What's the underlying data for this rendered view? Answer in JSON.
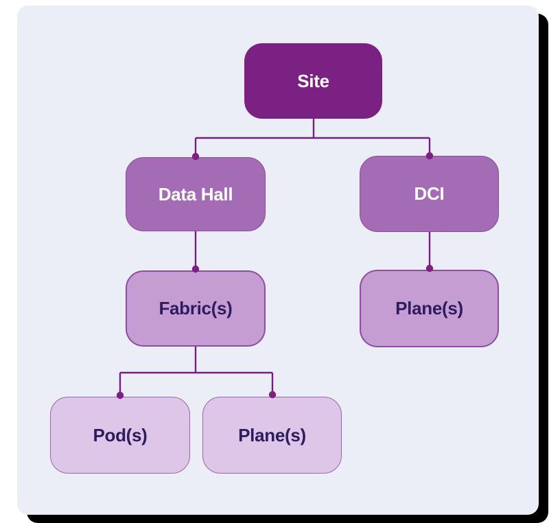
{
  "colors": {
    "page_bg": "#ffffff",
    "panel_bg": "#ebedf7",
    "shadow": "#000000",
    "l1_fill": "#7a2183",
    "l1_text": "#ffffff",
    "l2_fill": "#a46cb4",
    "l2_border": "#8a4a9d",
    "l2_text": "#ffffff",
    "l3_fill": "#c69dd2",
    "l3_border": "#8d4c9f",
    "l3_text": "#2d1c5e",
    "l4_fill": "#ddc6e7",
    "l4_border": "#9c63ac",
    "l4_text": "#2d1c5e",
    "line": "#771f7e",
    "dot": "#7d2083"
  },
  "diagram": {
    "type": "tree",
    "nodes": {
      "site": {
        "label": "Site"
      },
      "data_hall": {
        "label": "Data Hall"
      },
      "dci": {
        "label": "DCI"
      },
      "fabrics": {
        "label": "Fabric(s)"
      },
      "dci_planes": {
        "label": "Plane(s)"
      },
      "pods": {
        "label": "Pod(s)"
      },
      "fabric_planes": {
        "label": "Plane(s)"
      }
    },
    "edges": [
      {
        "from": "Site",
        "to": "Data Hall"
      },
      {
        "from": "Site",
        "to": "DCI"
      },
      {
        "from": "Data Hall",
        "to": "Fabric(s)"
      },
      {
        "from": "DCI",
        "to": "Plane(s)"
      },
      {
        "from": "Fabric(s)",
        "to": "Pod(s)"
      },
      {
        "from": "Fabric(s)",
        "to": "Plane(s)"
      }
    ]
  }
}
